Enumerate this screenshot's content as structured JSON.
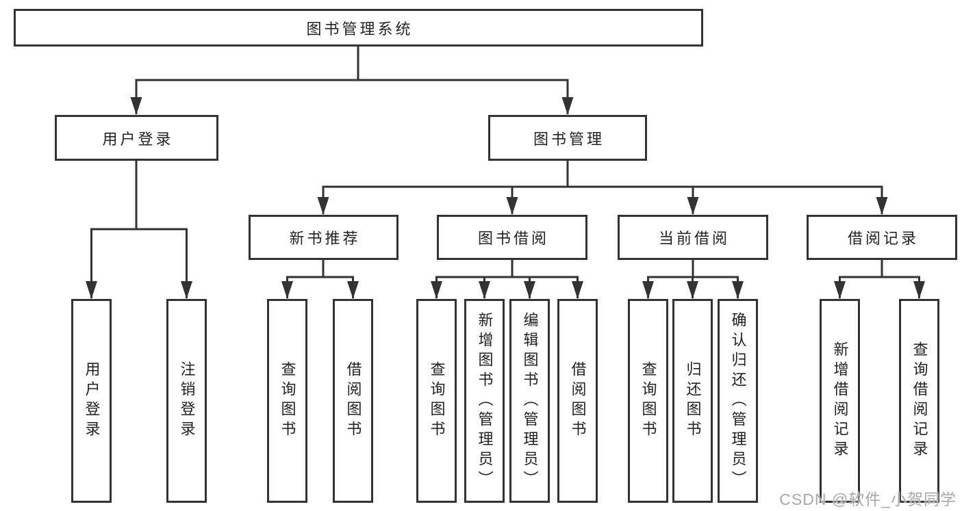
{
  "page": {
    "background": "#ffffff"
  },
  "watermark": {
    "text": "CSDN @软件_小贺同学",
    "color": "#a8a8a8"
  },
  "diagram": {
    "type": "function-structure-tree",
    "line_color": "#333333",
    "text_color": "#222222",
    "root": {
      "label": "图书管理系统"
    },
    "branches": [
      {
        "label": "用户登录",
        "children": [
          {
            "label": "用户登录"
          },
          {
            "label": "注销登录"
          }
        ]
      },
      {
        "label": "图书管理",
        "children": [
          {
            "label": "新书推荐",
            "children": [
              {
                "label": "查询图书"
              },
              {
                "label": "借阅图书"
              }
            ]
          },
          {
            "label": "图书借阅",
            "children": [
              {
                "label": "查询图书"
              },
              {
                "label": "新增图书（管理员）"
              },
              {
                "label": "编辑图书（管理员）"
              },
              {
                "label": "借阅图书"
              }
            ]
          },
          {
            "label": "当前借阅",
            "children": [
              {
                "label": "查询图书"
              },
              {
                "label": "归还图书"
              },
              {
                "label": "确认归还（管理员）"
              }
            ]
          },
          {
            "label": "借阅记录",
            "children": [
              {
                "label": "新增借阅记录"
              },
              {
                "label": "查询借阅记录"
              }
            ]
          }
        ]
      }
    ]
  }
}
